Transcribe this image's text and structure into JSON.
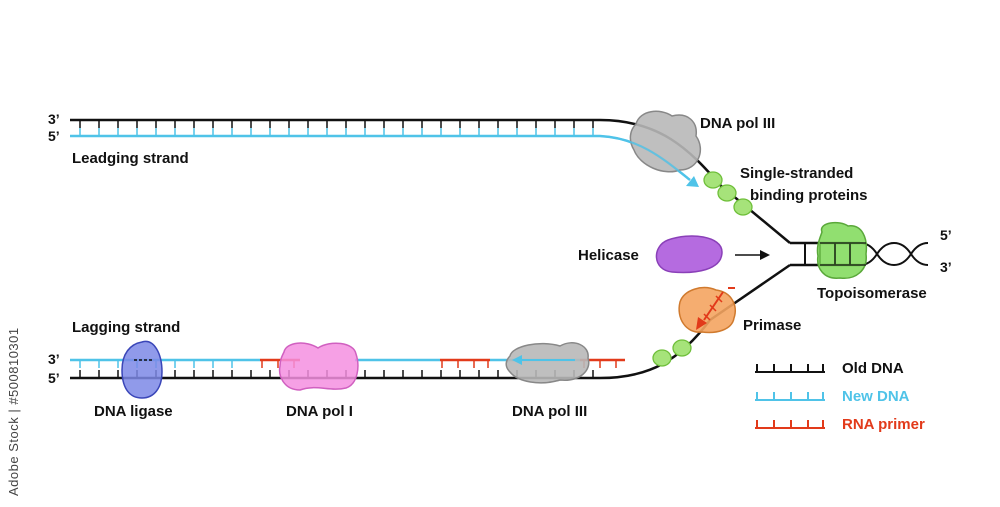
{
  "colors": {
    "old_dna": "#111111",
    "new_dna": "#4fc3e8",
    "rna_primer": "#e23a1a",
    "helicase": "#b56be0",
    "topoisomerase": "#7ed957",
    "dna_pol_iii": "#b8b8b8",
    "dna_pol_i": "#f58fe0",
    "dna_ligase": "#7d88e6",
    "primase": "#f4a460",
    "ssb": "#a6e37a"
  },
  "ends": {
    "top_old_3": "3’",
    "top_new_5": "5’",
    "right_5": "5’",
    "right_3": "3’",
    "bottom_new_3": "3’",
    "bottom_old_5": "5’"
  },
  "labels": {
    "leading_strand": "Leadging strand",
    "lagging_strand": "Lagging strand",
    "dna_pol_iii_top": "DNA pol III",
    "ssb_line1": "Single-stranded",
    "ssb_line2": "binding proteins",
    "helicase": "Helicase",
    "topoisomerase": "Topoisomerase",
    "primase": "Primase",
    "dna_ligase": "DNA ligase",
    "dna_pol_i": "DNA pol I",
    "dna_pol_iii_bottom": "DNA pol III"
  },
  "legend": [
    {
      "key": "old",
      "label": "Old DNA",
      "color": "#111111"
    },
    {
      "key": "new",
      "label": "New DNA",
      "color": "#4fc3e8"
    },
    {
      "key": "rna",
      "label": "RNA primer",
      "color": "#e23a1a"
    }
  ],
  "watermark": "Adobe Stock | #500810301"
}
